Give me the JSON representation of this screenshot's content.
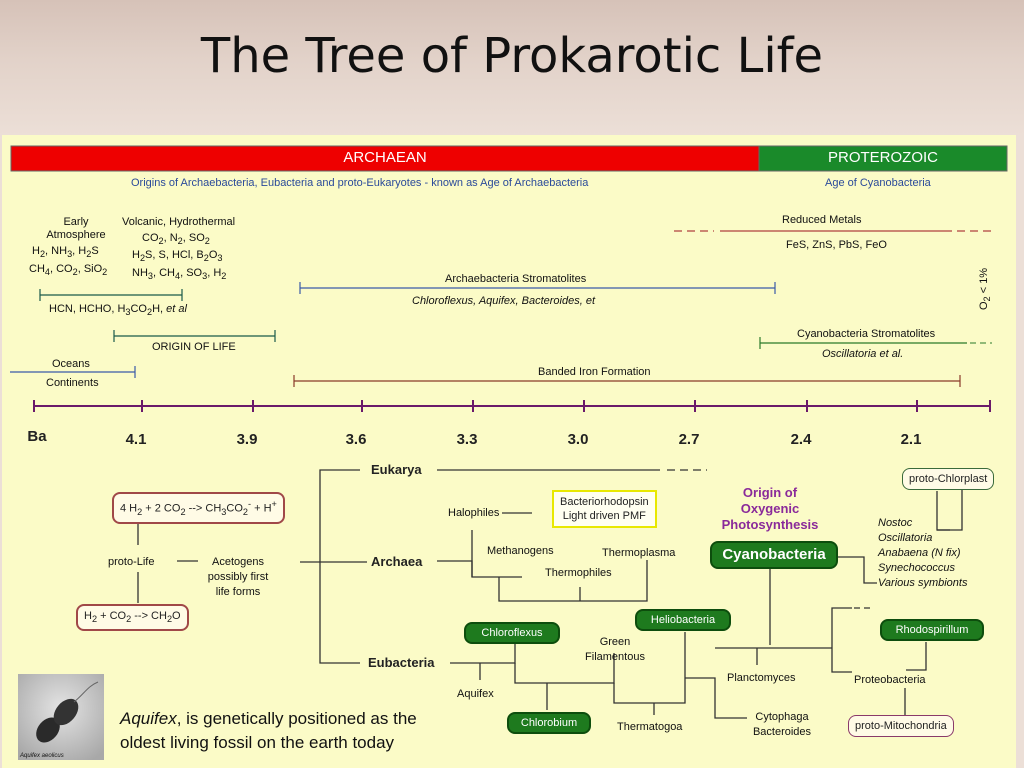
{
  "title": "The Tree of Prokarotic Life",
  "eras": {
    "archaean": "ARCHAEAN",
    "proterozoic": "PROTEROZOIC",
    "archaean_sub": "Origins of Archaebacteria, Eubacteria and proto-Eukaryotes - known as Age of Archaebacteria",
    "proterozoic_sub": "Age of Cyanobacteria"
  },
  "colors": {
    "archaean": "#ee0000",
    "proterozoic": "#1a8a2a",
    "panel": "#fbfbc7",
    "axis": "#6a1a6a",
    "pill": "#1e7a1e",
    "accent_purple": "#8a2a9a"
  },
  "atmosphere": {
    "line1": "Early",
    "line2": "Atmosphere",
    "h2": "H",
    "nh": "NH",
    "h2s": "H",
    "ch": "CH",
    "co": "CO",
    "sio": "SiO"
  },
  "volcanic": {
    "title": "Volcanic, Hydrothermal",
    "co2": "CO",
    "n2": "N",
    "so2": "SO",
    "h2s": "H",
    "s_hcl": "S, HCl, B",
    "o3": "O",
    "nh3": "NH",
    "ch4": "CH",
    "so3": "SO",
    "h2": "H"
  },
  "hcn": {
    "a": "HCN, HCHO, H",
    "co": "CO",
    "h": "H, ",
    "etal": "et al"
  },
  "origin_life": "ORIGIN OF LIFE",
  "oceans": "Oceans",
  "continents": "Continents",
  "reduced_metals": "Reduced Metals",
  "metals_list": "FeS, ZnS, PbS, FeO",
  "archae_strom": {
    "title": "Archaebacteria Stromatolites",
    "genera": "Chloroflexus, Aquifex, Bacteroides, et"
  },
  "cyano_strom": {
    "title": "Cyanobacteria Stromatolites",
    "genera": "Oscillatoria et al."
  },
  "banded_iron": "Banded Iron Formation",
  "o2": {
    "a": "O",
    "b": " < 1%"
  },
  "axis": {
    "unit": "Ba",
    "ticks": [
      "4.1",
      "3.9",
      "3.6",
      "3.3",
      "3.0",
      "2.7",
      "2.4",
      "2.1"
    ]
  },
  "clades": {
    "eukarya": "Eukarya",
    "archaea": "Archaea",
    "eubacteria": "Eubacteria"
  },
  "eq1": {
    "a": "4 H",
    "b": " + 2 CO",
    "c": " --> CH",
    "d": "CO",
    "e": " + H",
    "minus": "-",
    "plus": "+"
  },
  "eq2": {
    "a": "H",
    "b": " + CO",
    "c": " -->  CH",
    "d": "O"
  },
  "proto_life": "proto-Life",
  "acetogens": [
    "Acetogens",
    "possibly first",
    "life forms"
  ],
  "halophiles": "Halophiles",
  "bacteriorhodopsin": [
    "Bacteriorhodopsin",
    "Light driven PMF"
  ],
  "methanogens": "Methanogens",
  "thermoplasma": "Thermoplasma",
  "thermophiles": "Thermophiles",
  "origin_oxygenic": [
    "Origin of",
    "Oxygenic",
    "Photosynthesis"
  ],
  "cyanobacteria": "Cyanobacteria",
  "proto_chlorplast": "proto-Chlorplast",
  "cyano_list": [
    "Nostoc",
    "Oscillatoria",
    "Anabaena (N fix)",
    "Synechococcus",
    "Various symbionts"
  ],
  "chloroflexus": "Chloroflexus",
  "heliobacteria": "Heliobacteria",
  "green_filamentous": [
    "Green",
    "Filamentous"
  ],
  "rhodospirillum": "Rhodospirillum",
  "planctomyces": "Planctomyces",
  "proteobacteria": "Proteobacteria",
  "aquifex": "Aquifex",
  "chlorobium": "Chlorobium",
  "thermatogoa": "Thermatogoa",
  "cytophaga": [
    "Cytophaga",
    "Bacteroides"
  ],
  "proto_mito": "proto-Mitochondria",
  "photo_caption": "Aquifex aeolicus",
  "caption": {
    "italic": "Aquifex",
    "rest1": ", is genetically positioned as the",
    "rest2": "oldest living fossil on the earth today"
  }
}
